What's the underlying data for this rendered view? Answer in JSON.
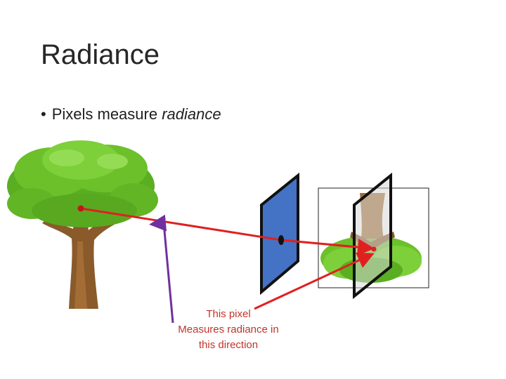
{
  "slide": {
    "title": "Radiance",
    "bullet": {
      "marker": "•",
      "text": "Pixels measure",
      "emphasis": "radiance"
    }
  },
  "diagram": {
    "caption_lines": [
      "This pixel",
      "Measures radiance in",
      "this direction"
    ],
    "colors": {
      "ray": "#e02020",
      "pointer_arrow": "#7030a0",
      "image_plane": "#4472c4",
      "ghost_plane": "#d9d9d9",
      "foliage": "#6cc02a",
      "trunk": "#8a5a2b",
      "caption": "#c0342c"
    },
    "icons": [
      "tree-icon",
      "image-plane",
      "ghost-image-plane",
      "inverted-tree-image"
    ]
  }
}
